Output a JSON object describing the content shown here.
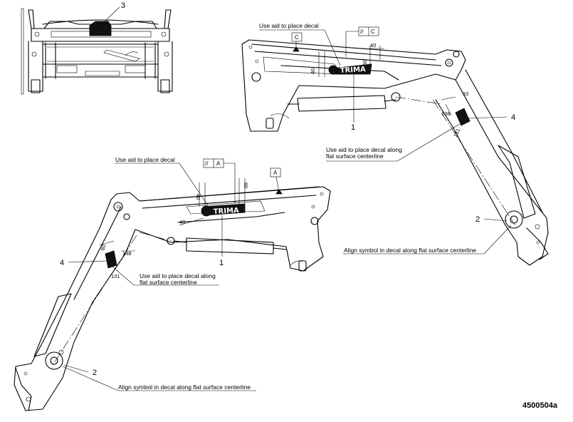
{
  "figure_id": "4500504a",
  "callouts": {
    "c1": "1",
    "c2": "2",
    "c3": "3",
    "c4": "4"
  },
  "notes": {
    "use_aid": "Use aid to place decal",
    "use_aid_along_1": "Use aid to place decal along",
    "use_aid_along_2": "flat surface centerline",
    "align_symbol": "Align symbol in decal along flat surface centerline"
  },
  "datums": {
    "a": "A",
    "c": "C",
    "parallel": "//"
  },
  "decal_text": "TRIMA",
  "dimensions": {
    "d40": "40",
    "d60": "60",
    "d138": "138",
    "d131": "131"
  }
}
